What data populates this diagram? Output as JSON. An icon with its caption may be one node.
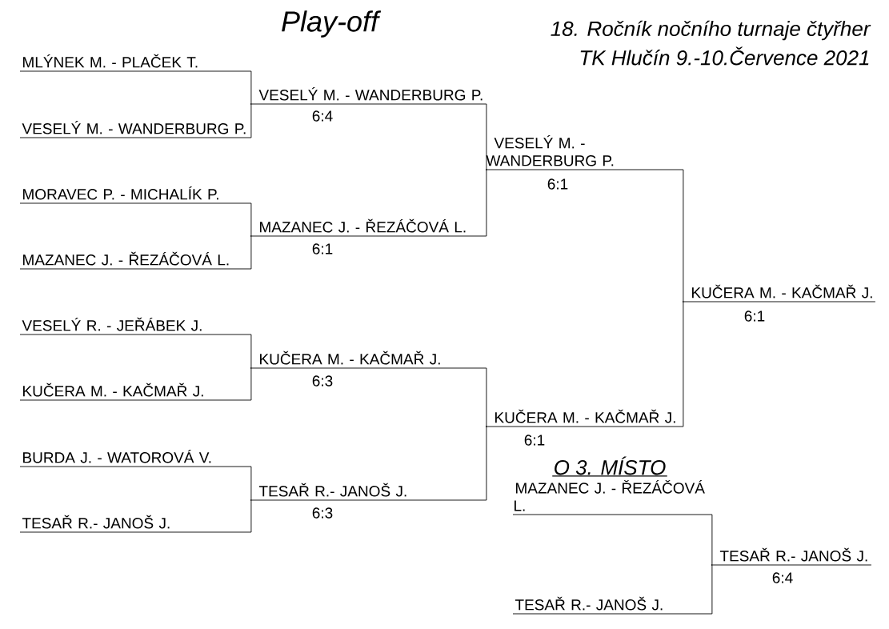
{
  "diagram": {
    "title": "Play-off",
    "nodes": [
      {
        "text": [
          "MLÝNEK M. - PLAČEK T."
        ]
      },
      {
        "text": [
          "VESELÝ M. - WANDERBURG P."
        ]
      },
      {
        "text": [
          "MORAVEC P. - MICHALÍK P."
        ]
      },
      {
        "text": [
          "MAZANEC J. - ŘEZÁČOVÁ L."
        ]
      },
      {
        "text": [
          "VESELÝ R. - JEŘÁBEK J."
        ]
      },
      {
        "text": [
          "KUČERA M. - KAČMAŘ J."
        ]
      },
      {
        "text": [
          "BURDA J. - WATOROVÁ V."
        ]
      },
      {
        "text": [
          "TESAŘ R.- JANOŠ J."
        ]
      },
      {
        "text": [
          "VESELÝ M. - WANDERBURG P."
        ],
        "beside": [
          "6:4"
        ]
      },
      {
        "text": [
          "MAZANEC J. - ŘEZÁČOVÁ L."
        ],
        "beside": [
          "6:1"
        ]
      },
      {
        "text": [
          "KUČERA M. - KAČMAŘ J."
        ],
        "beside": [
          "6:3"
        ]
      },
      {
        "text": [
          "TESAŘ R.- JANOŠ J."
        ],
        "beside": [
          "6:3"
        ]
      },
      {
        "text": [
          "VESELÝ M. - WANDERBURG P."
        ],
        "beside": [
          "6:1"
        ]
      },
      {
        "text": [
          "KUČERA M. - KAČMAŘ J."
        ],
        "beside": [
          "6:1"
        ]
      },
      {
        "text": [
          "KUČERA M. - KAČMAŘ J."
        ],
        "beside": [
          "6:1"
        ]
      },
      {
        "text": [
          "MAZANEC J. - ŘEZÁČOVÁ L."
        ]
      },
      {
        "text": [
          "TESAŘ R.- JANOŠ J."
        ]
      },
      {
        "text": [
          "TESAŘ R.- JANOŠ J."
        ],
        "beside": [
          "6:4"
        ]
      }
    ],
    "edges": [
      {
        "from": 0,
        "to": 8,
        "arrow": "none"
      },
      {
        "from": 1,
        "to": 8,
        "arrow": "none"
      },
      {
        "from": 2,
        "to": 9,
        "arrow": "none"
      },
      {
        "from": 3,
        "to": 9,
        "arrow": "none"
      },
      {
        "from": 4,
        "to": 10,
        "arrow": "none"
      },
      {
        "from": 5,
        "to": 10,
        "arrow": "none"
      },
      {
        "from": 6,
        "to": 11,
        "arrow": "none"
      },
      {
        "from": 7,
        "to": 11,
        "arrow": "none"
      },
      {
        "from": 8,
        "to": 12,
        "arrow": "none"
      },
      {
        "from": 9,
        "to": 12,
        "arrow": "none"
      },
      {
        "from": 10,
        "to": 13,
        "arrow": "none"
      },
      {
        "from": 11,
        "to": 13,
        "arrow": "none"
      },
      {
        "from": 12,
        "to": 14,
        "arrow": "none"
      },
      {
        "from": 13,
        "to": 14,
        "arrow": "none"
      },
      {
        "from": 15,
        "to": 17,
        "arrow": "none"
      },
      {
        "from": 16,
        "to": 17,
        "arrow": "none"
      }
    ],
    "labels": [
      "18. Ročník nočního turnaje čtyřher",
      "TK Hlučín 9.-10.Července 2021",
      "O 3. MÍSTO"
    ]
  }
}
